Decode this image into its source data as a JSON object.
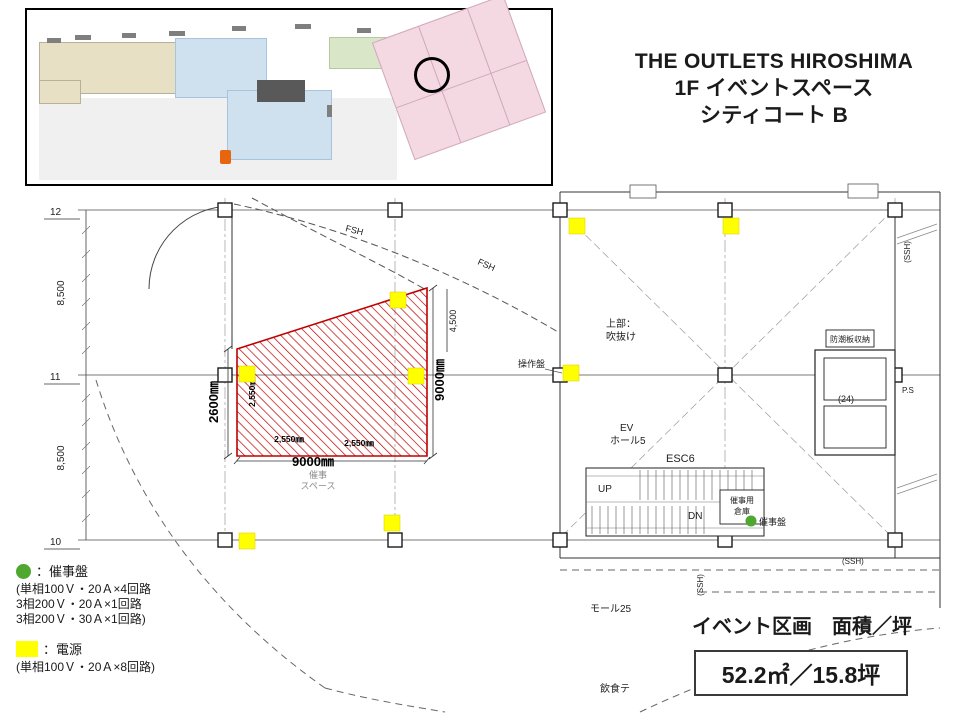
{
  "title": {
    "line1": "THE OUTLETS HIROSHIMA",
    "line2": "1F イベントスペース",
    "line3": "シティコート B"
  },
  "plan": {
    "grid": {
      "row12": "12",
      "row11": "11",
      "row10": "10",
      "span_top": "8,500",
      "span_bottom": "8,500"
    },
    "dims": {
      "left_height": "2600㎜",
      "right_height": "9000㎜",
      "bottom_width": "9000㎜",
      "sub_left": "2,550㎜",
      "sub_bottom1": "2,550㎜",
      "sub_bottom2": "2,550㎜",
      "top_offset": "4,500"
    },
    "labels": {
      "fsh1": "FSH",
      "fsh2": "FSH",
      "event_space1": "催事",
      "event_space2": "スペース",
      "operation_panel": "操作盤",
      "atrium1": "上部：",
      "atrium2": "吹抜け",
      "ev1": "EV",
      "ev2": "ホール5",
      "esc": "ESC6",
      "up": "UP",
      "dn": "DN",
      "storage1": "催事用",
      "storage2": "倉庫",
      "event_panel": "催事盤",
      "ev_number": "(24)",
      "flood_board": "防潮板収納",
      "mall": "モール25",
      "dining": "飲食テ",
      "ssh_right": "(SSH)",
      "ssh_bottom": "(SSH)",
      "ssh_mid": "(SSH)",
      "ps": "P.S"
    }
  },
  "legend": {
    "event_panel": {
      "label": "：催事盤",
      "line1": "(単相100Ｖ・20Ａ×4回路",
      "line2": "3相200Ｖ・20Ａ×1回路",
      "line3": "3相200Ｖ・30Ａ×1回路)"
    },
    "power": {
      "label": "：電源",
      "line1": "(単相100Ｖ・20Ａ×8回路)"
    }
  },
  "area": {
    "heading": "イベント区画　面積／坪",
    "value": "52.2㎡／15.8坪"
  },
  "colors": {
    "hatch_red": "#c00000",
    "power_yellow": "#ffff00",
    "panel_green": "#4ea72e"
  }
}
